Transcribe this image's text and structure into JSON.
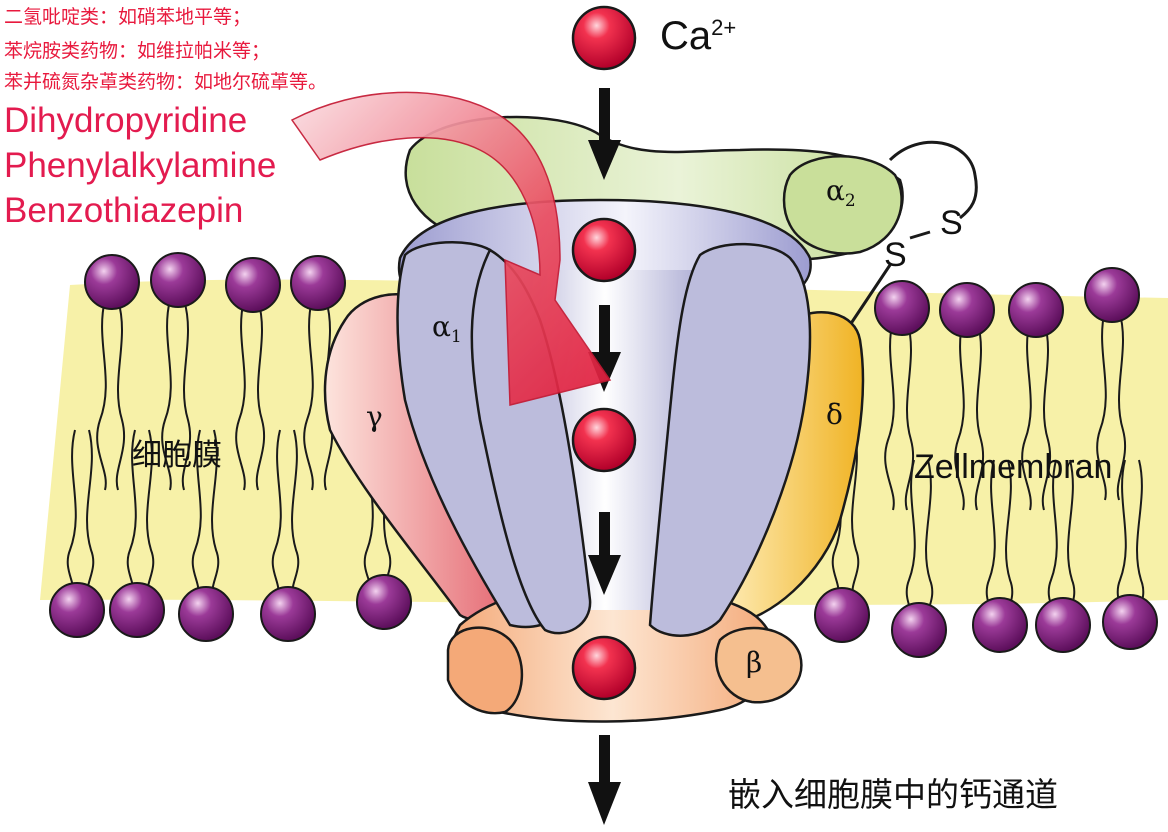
{
  "chinese_notes": [
    "二氢吡啶类：如硝苯地平等；",
    "苯烷胺类药物：如维拉帕米等；",
    "苯并硫氮杂䓬类药物：如地尔硫䓬等。"
  ],
  "drug_classes": [
    "Dihydropyridine",
    "Phenylalkylamine",
    "Benzothiazepin"
  ],
  "ion": {
    "base": "Ca",
    "charge": "2+"
  },
  "subunits": {
    "alpha1": {
      "symbol": "α",
      "sub": "1"
    },
    "alpha2": {
      "symbol": "α",
      "sub": "2"
    },
    "gamma": "γ",
    "delta": "δ",
    "beta": "β"
  },
  "disulfide": {
    "s1": "S",
    "s2": "S"
  },
  "membrane_label_cn": "细胞膜",
  "membrane_label_de": "Zellmembran",
  "caption": "嵌入细胞膜中的钙通道",
  "colors": {
    "ion": "#e8163f",
    "drug_text": "#e31b4f",
    "alpha1": "#bcbcdc",
    "alpha2": "#c9df9a",
    "gamma": "#f1a3a6",
    "delta": "#f3c24a",
    "beta": "#f5bf8f",
    "lipid_head": "#8a2a86",
    "membrane": "#f7f1a8"
  }
}
